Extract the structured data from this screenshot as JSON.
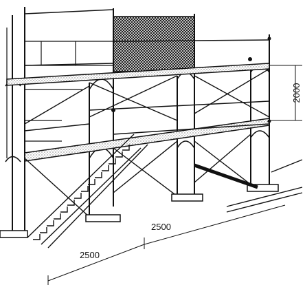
{
  "dimensions": {
    "tier_height": "2000",
    "bay_length_upper": "2500",
    "bay_length_lower": "2500"
  },
  "colors": {
    "ink": "#111111",
    "paper": "#ffffff",
    "deck_fill": "#e6e6e6",
    "mesh_fill": "#2a2a2a"
  }
}
